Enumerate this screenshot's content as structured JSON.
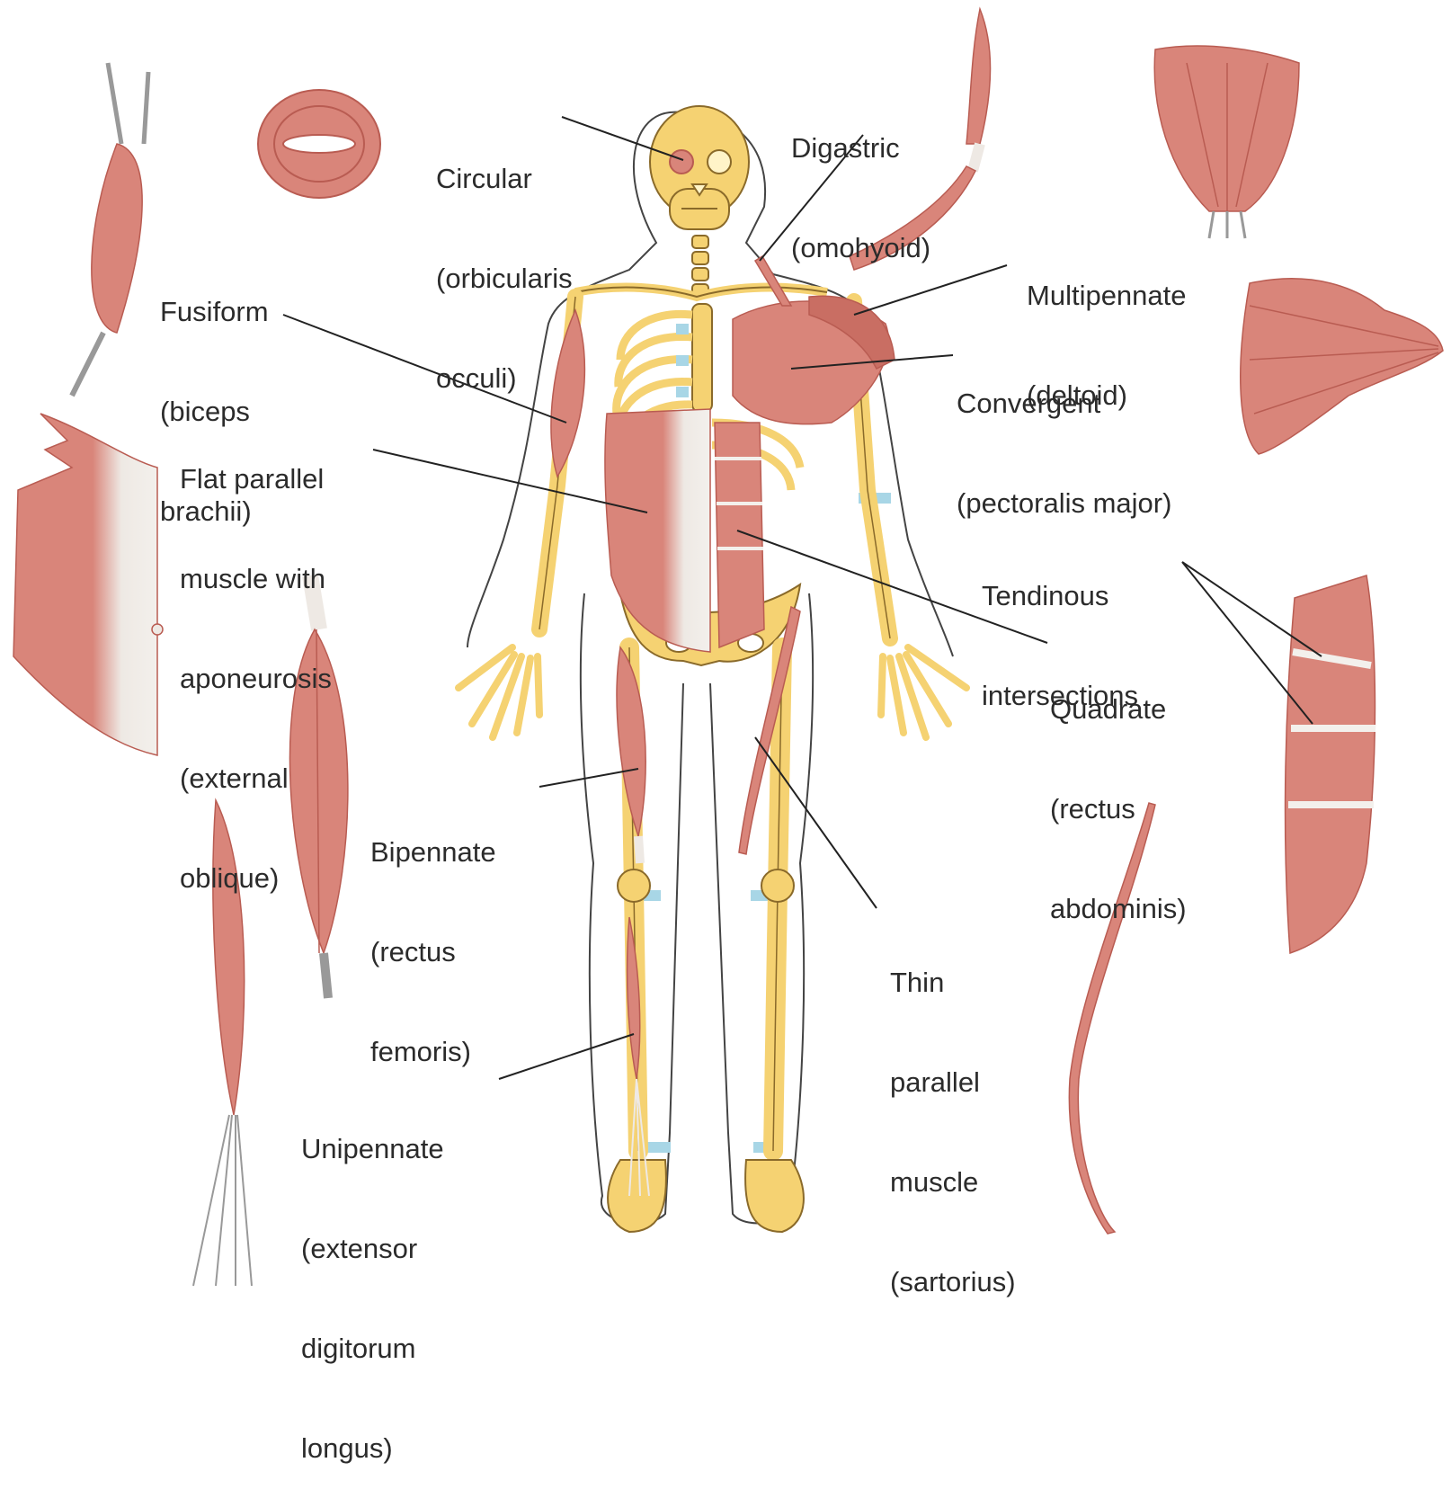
{
  "colors": {
    "background": "#ffffff",
    "muscle": "#d9857a",
    "muscle_dark": "#b95c52",
    "tendon": "#e9e6e2",
    "bone": "#f5d272",
    "bone_outline": "#8a6a2a",
    "cartilage": "#a8d6e6",
    "leader": "#222222",
    "text": "#2b2b2b"
  },
  "labels": {
    "circular": [
      "Circular",
      "(orbicularis",
      "occuli)"
    ],
    "digastric": [
      "Digastric",
      "(omohyoid)"
    ],
    "fusiform": [
      "Fusiform",
      "(biceps",
      "brachii)"
    ],
    "multipennate": [
      "Multipennate",
      "(deltoid)"
    ],
    "convergent": [
      "Convergent",
      "(pectoralis major)"
    ],
    "flat_parallel": [
      "Flat parallel",
      "muscle with",
      "aponeurosis",
      "(external",
      "oblique)"
    ],
    "tendinous": [
      "Tendinous",
      "intersections"
    ],
    "quadrate": [
      "Quadrate",
      "(rectus",
      "abdominis)"
    ],
    "bipennate": [
      "Bipennate",
      "(rectus",
      "femoris)"
    ],
    "thin_parallel": [
      "Thin",
      "parallel",
      "muscle",
      "(sartorius)"
    ],
    "unipennate": [
      "Unipennate",
      "(extensor",
      "digitorum",
      "longus)"
    ]
  },
  "icons": {
    "skeleton": "human-skeleton-figure",
    "muscles": [
      "fusiform-muscle-icon",
      "circular-muscle-icon",
      "digastric-muscle-icon",
      "multipennate-muscle-icon",
      "convergent-muscle-icon",
      "flat-parallel-muscle-icon",
      "bipennate-muscle-icon",
      "unipennate-muscle-icon",
      "thin-parallel-muscle-icon",
      "quadrate-muscle-icon"
    ]
  }
}
